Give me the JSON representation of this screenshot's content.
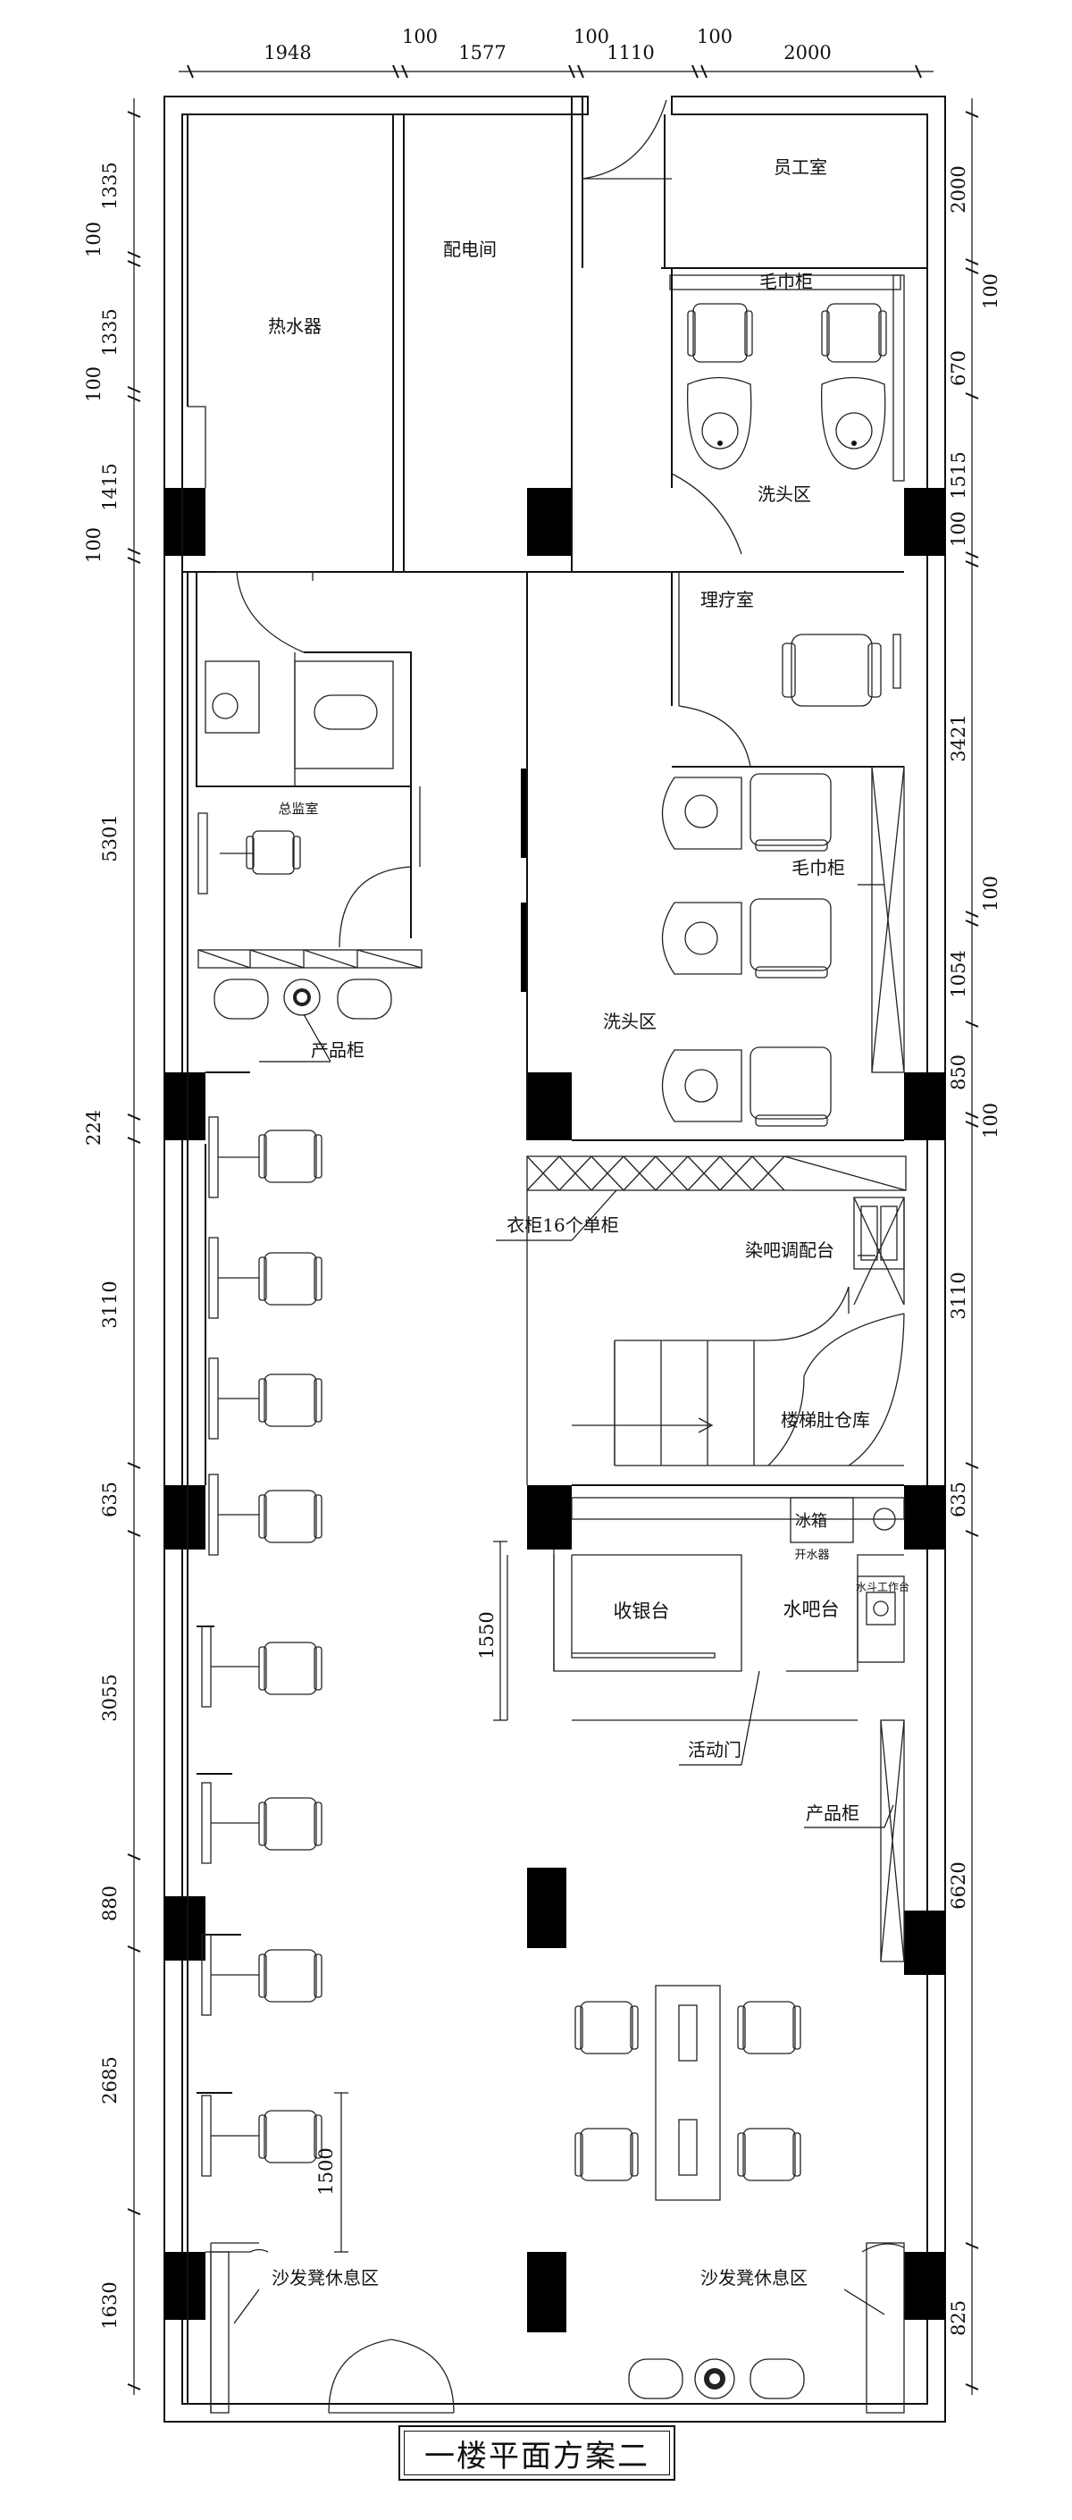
{
  "title": "一楼平面方案二",
  "rooms": {
    "water_heater": "热水器",
    "distribution": "配电间",
    "staff_room": "员工室",
    "towel_cabinet_top": "毛巾柜",
    "wash_area_top": "洗头区",
    "therapy_room": "理疗室",
    "towel_cabinet_mid": "毛巾柜",
    "director_room": "总监室",
    "product_cabinet_left": "产品柜",
    "wash_area_mid": "洗头区",
    "locker": "衣柜16个单柜",
    "dye_bar": "染吧调配台",
    "stair_storage": "楼梯肚仓库",
    "fridge": "冰箱",
    "water_dispenser": "开水器",
    "cashier": "收银台",
    "water_bar": "水吧台",
    "water_bar_note": "水斗工作台",
    "sliding_door": "活动门",
    "product_cabinet_right": "产品柜",
    "sofa_left": "沙发凳休息区",
    "sofa_right": "沙发凳休息区"
  },
  "dims": {
    "top": [
      "1948",
      "100",
      "1577",
      "100",
      "1110",
      "100",
      "2000"
    ],
    "left": [
      "1335",
      "100",
      "1335",
      "100",
      "1415",
      "100",
      "5301",
      "224",
      "3110",
      "635",
      "3055",
      "880",
      "2685",
      "1630"
    ],
    "right": [
      "2000",
      "100",
      "670",
      "1515",
      "100",
      "3421",
      "100",
      "1054",
      "850",
      "100",
      "3110",
      "635",
      "6620",
      "825"
    ],
    "inner_cashier": "1550",
    "inner_left": "1500"
  }
}
